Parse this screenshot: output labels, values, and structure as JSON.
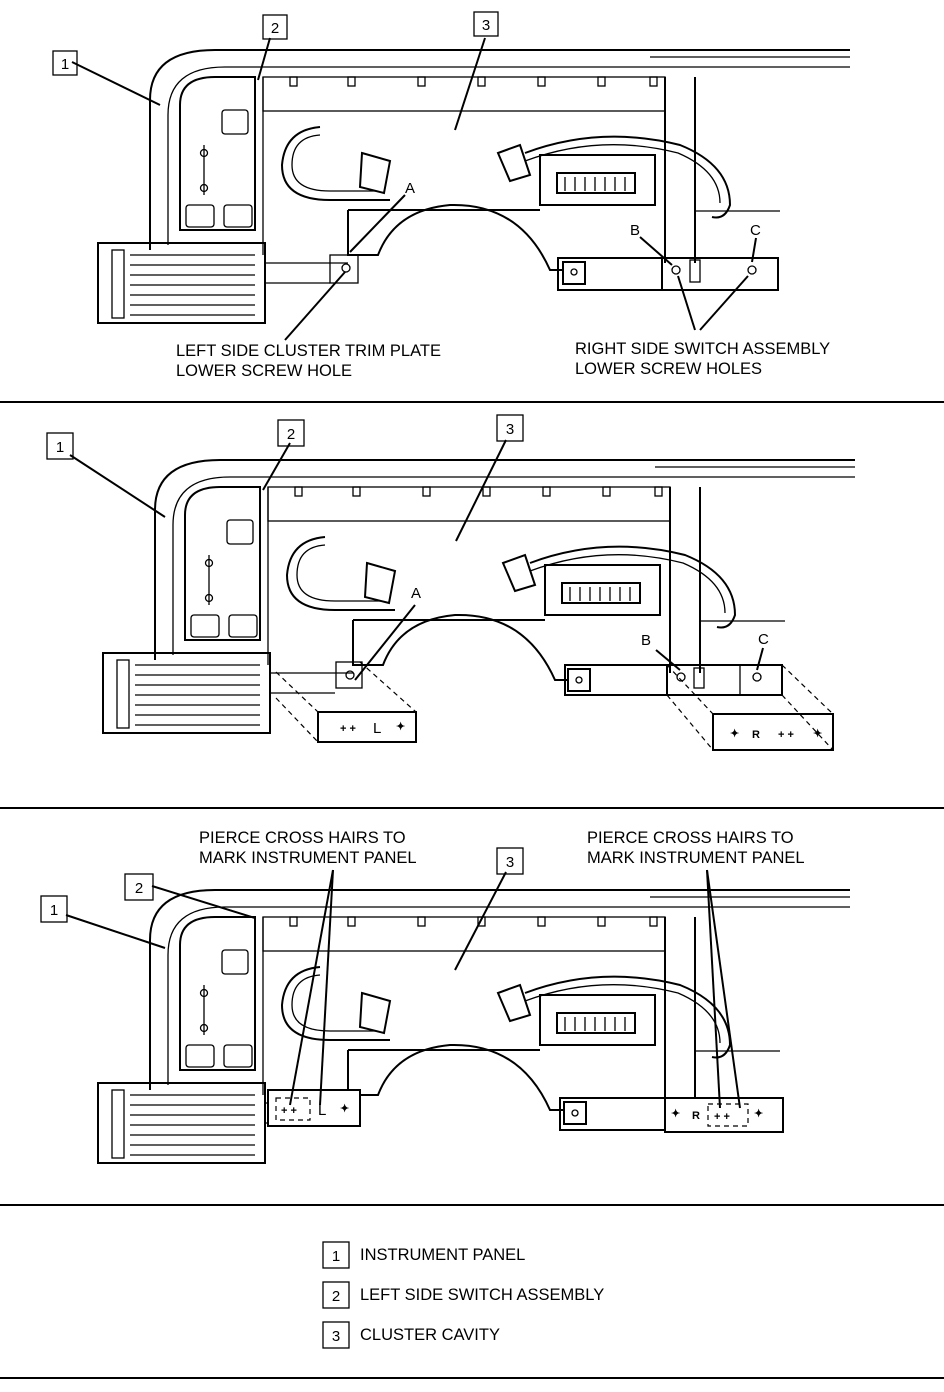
{
  "callouts": {
    "c1": "1",
    "c2": "2",
    "c3": "3"
  },
  "points": {
    "a": "A",
    "b": "B",
    "c": "C"
  },
  "panel1": {
    "left_label_line1": "LEFT SIDE CLUSTER TRIM PLATE",
    "left_label_line2": "LOWER SCREW HOLE",
    "right_label_line1": "RIGHT SIDE SWITCH ASSEMBLY",
    "right_label_line2": "LOWER SCREW HOLES"
  },
  "panel2": {
    "left_template_letter": "L",
    "right_template_letter": "R"
  },
  "panel3": {
    "left_note_line1": "PIERCE CROSS HAIRS TO",
    "left_note_line2": "MARK INSTRUMENT PANEL",
    "right_note_line1": "PIERCE CROSS HAIRS TO",
    "right_note_line2": "MARK INSTRUMENT PANEL",
    "left_template_letter": "L",
    "right_template_letter": "R"
  },
  "legend": [
    {
      "number": "1",
      "label": "INSTRUMENT PANEL"
    },
    {
      "number": "2",
      "label": "LEFT SIDE SWITCH ASSEMBLY"
    },
    {
      "number": "3",
      "label": "CLUSTER CAVITY"
    }
  ]
}
